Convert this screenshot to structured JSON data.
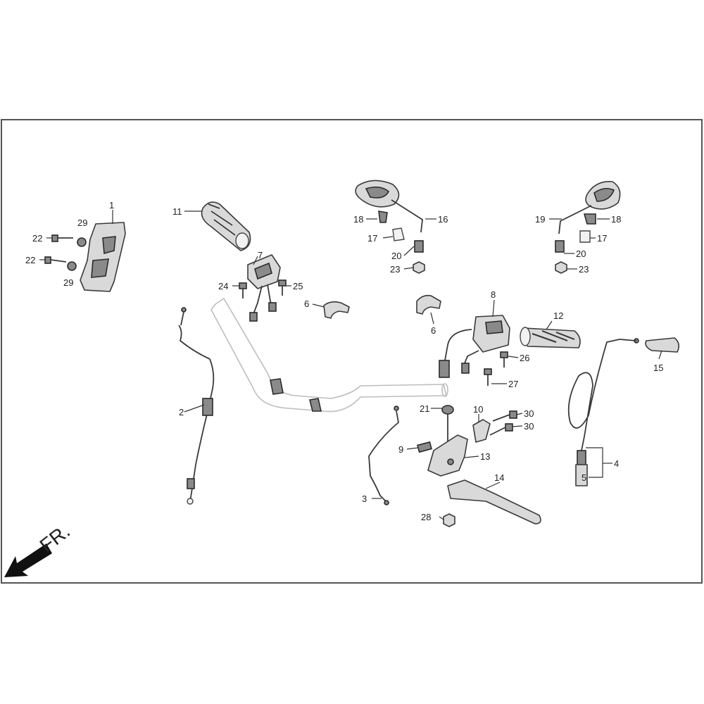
{
  "callouts": {
    "c1": "1",
    "c2": "2",
    "c3": "3",
    "c4": "4",
    "c5": "5",
    "c6a": "6",
    "c6b": "6",
    "c7": "7",
    "c8": "8",
    "c9": "9",
    "c10": "10",
    "c11": "11",
    "c12": "12",
    "c13": "13",
    "c14": "14",
    "c15": "15",
    "c16": "16",
    "c17a": "17",
    "c17b": "17",
    "c18a": "18",
    "c18b": "18",
    "c19": "19",
    "c20a": "20",
    "c20b": "20",
    "c21": "21",
    "c22a": "22",
    "c22b": "22",
    "c23a": "23",
    "c23b": "23",
    "c24": "24",
    "c25": "25",
    "c26": "26",
    "c27": "27",
    "c28": "28",
    "c29a": "29",
    "c29b": "29",
    "c30a": "30",
    "c30b": "30"
  },
  "direction_label": "FR."
}
